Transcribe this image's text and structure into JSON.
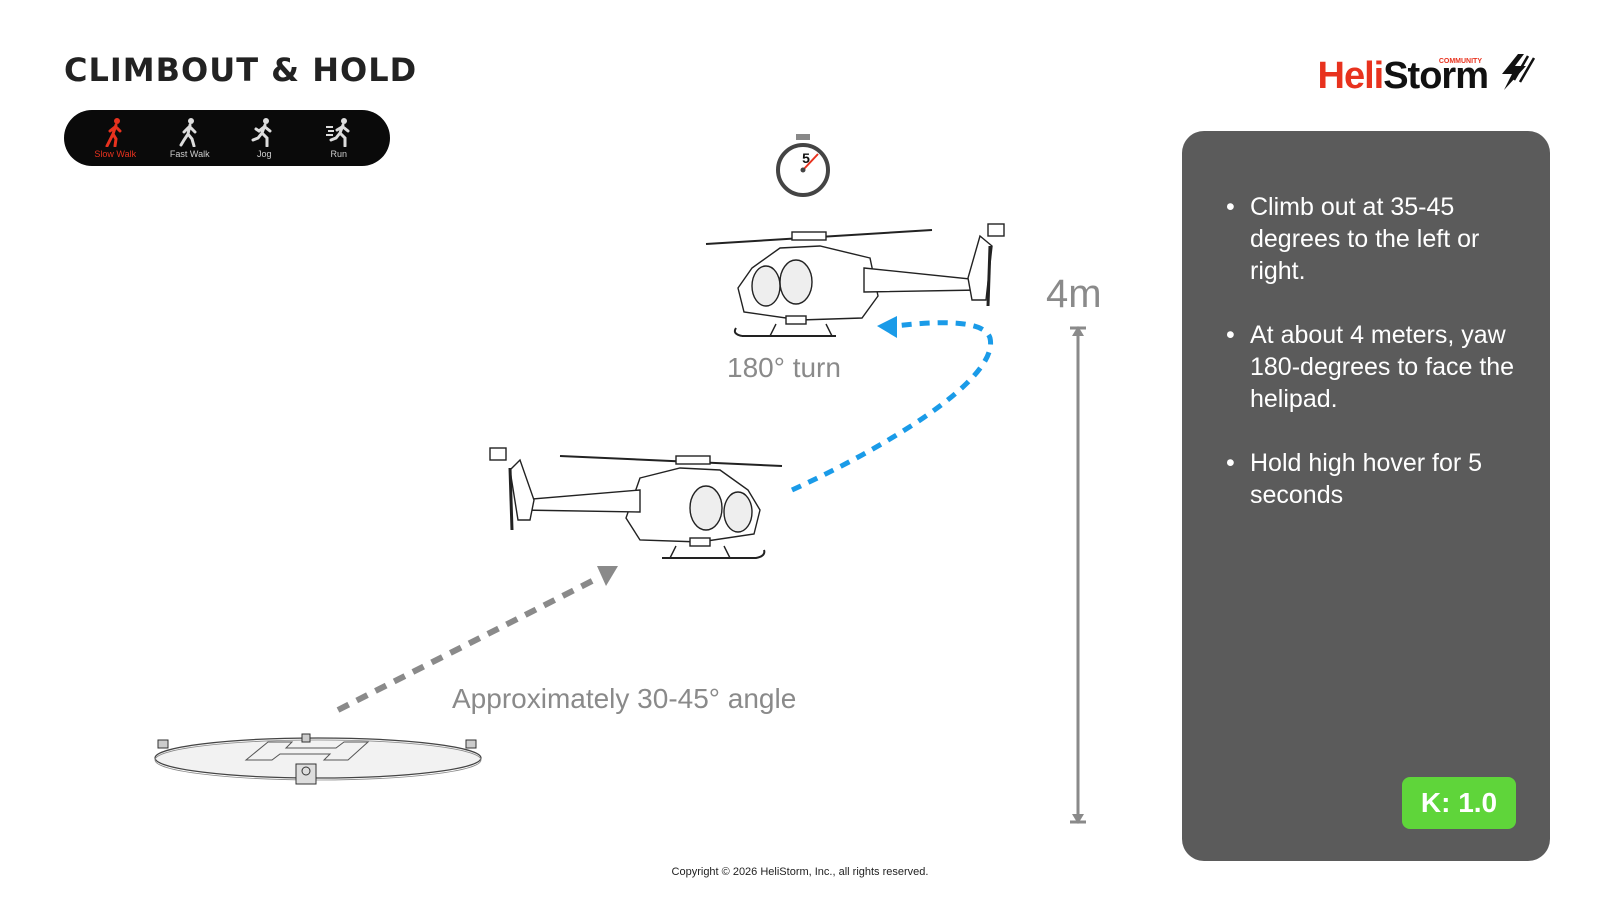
{
  "header": {
    "title": "CLIMBOUT & HOLD"
  },
  "pace_bar": {
    "items": [
      {
        "label": "Slow Walk",
        "icon": "slow-walk-icon",
        "active": true
      },
      {
        "label": "Fast Walk",
        "icon": "fast-walk-icon",
        "active": false
      },
      {
        "label": "Jog",
        "icon": "jog-icon",
        "active": false
      },
      {
        "label": "Run",
        "icon": "run-icon",
        "active": false
      }
    ],
    "active_color": "#e8321e"
  },
  "logo": {
    "part1": "Heli",
    "part2": "Storm",
    "tag": "COMMUNITY"
  },
  "diagram": {
    "timer_value": "5",
    "turn_label": "180° turn",
    "angle_label": "Approximately 30-45° angle",
    "height_label": "4m",
    "arrow_color_blue": "#1a9be8",
    "arrow_color_gray": "#8a8a8a"
  },
  "instructions": {
    "bullets": [
      "Climb out at 35-45 degrees to the left or right.",
      "At about 4 meters, yaw 180-degrees to face the helipad.",
      "Hold high hover for 5 seconds"
    ]
  },
  "k_badge": {
    "label": "K: 1.0",
    "color": "#5fd53a"
  },
  "footer": {
    "copyright": "Copyright © 2026 HeliStorm, Inc., all rights reserved."
  }
}
